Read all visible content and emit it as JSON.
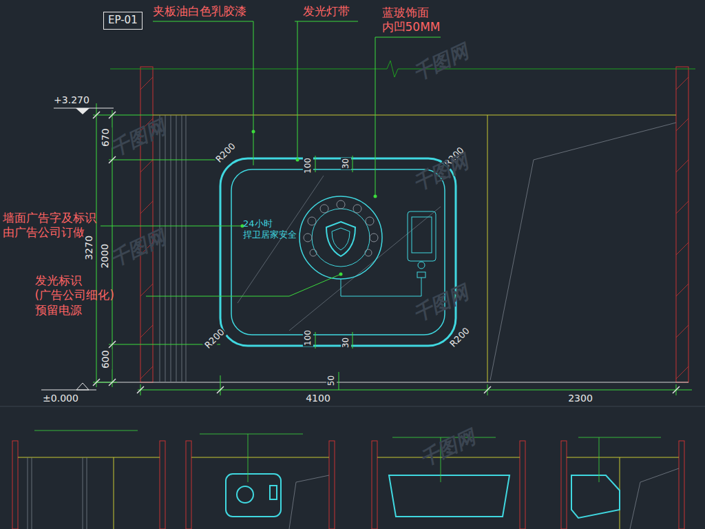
{
  "diagram": {
    "nodes": [
      {
        "text": [
          "EP-01"
        ]
      }
    ],
    "labels": [
      "夹板油白色乳胶漆",
      "发光灯带",
      "蓝玻饰面 内凹50MM",
      "墙面广告字及标识 由广告公司订做",
      "发光标识(广告公司细化) 预留电源",
      "+3.270",
      "±0.000",
      "670",
      "3270",
      "2000",
      "600",
      "4100",
      "2300",
      "R200",
      "R200",
      "R200",
      "R200",
      "100",
      "30",
      "100",
      "30",
      "50",
      "24小时 捍卫居家安全",
      "千图网",
      "千图网",
      "千图网",
      "千图网",
      "千图网",
      "千图网"
    ]
  }
}
